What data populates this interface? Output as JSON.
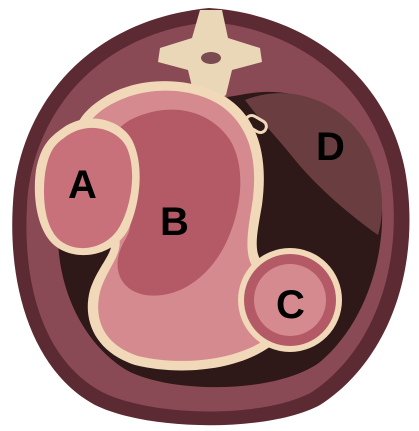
{
  "labels": {
    "a": "A",
    "b": "B",
    "c": "C",
    "d": "D"
  },
  "colors": {
    "outer_ring": "#8a4a55",
    "outer_rim": "#5c2a33",
    "tissue_pink": "#d58a8f",
    "inner_pink": "#c8717a",
    "core_pink": "#b45a67",
    "liver_dark": "#2e1818",
    "fluid_brown": "#6a3e40",
    "vertebra_cream": "#e9d7b7",
    "border_cream": "#f0d8b8"
  }
}
